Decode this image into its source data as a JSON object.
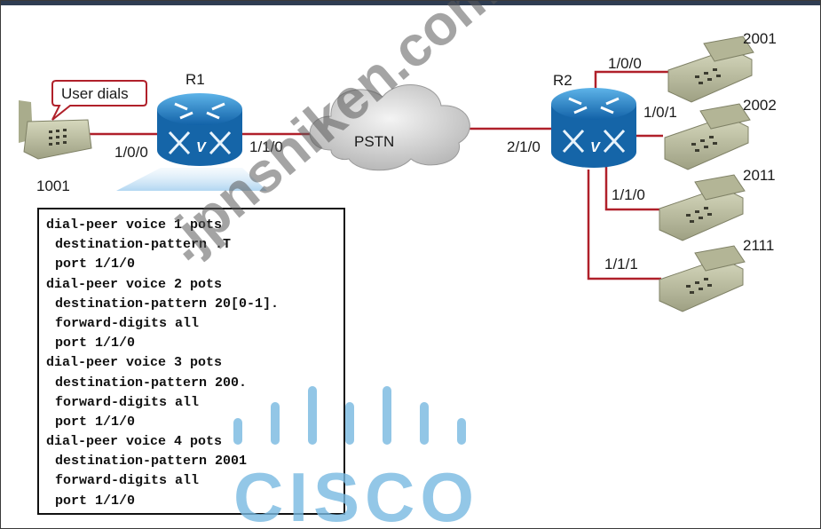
{
  "callout": "User dials",
  "routers": [
    {
      "name": "R1",
      "icon": "router-icon"
    },
    {
      "name": "R2",
      "icon": "router-icon"
    }
  ],
  "cloud": "PSTN",
  "ports": {
    "r1_phone": "1/0/0",
    "r1_pstn": "1/1/0",
    "r2_pstn": "2/1/0",
    "r2_2001": "1/0/0",
    "r2_2002": "1/0/1",
    "r2_2011": "1/1/0",
    "r2_2111": "1/1/1"
  },
  "phones": {
    "p1001": "1001",
    "p2001": "2001",
    "p2002": "2002",
    "p2011": "2011",
    "p2111": "2111"
  },
  "config": [
    {
      "text": "dial-peer voice 1 pots",
      "indent": false
    },
    {
      "text": "destination-pattern .T",
      "indent": true
    },
    {
      "text": "port 1/1/0",
      "indent": true
    },
    {
      "text": "dial-peer voice 2 pots",
      "indent": false
    },
    {
      "text": "destination-pattern 20[0-1].",
      "indent": true
    },
    {
      "text": "forward-digits all",
      "indent": true
    },
    {
      "text": "port 1/1/0",
      "indent": true
    },
    {
      "text": "dial-peer voice 3 pots",
      "indent": false
    },
    {
      "text": "destination-pattern 200.",
      "indent": true
    },
    {
      "text": "forward-digits all",
      "indent": true
    },
    {
      "text": "port 1/1/0",
      "indent": true
    },
    {
      "text": "dial-peer voice 4 pots",
      "indent": false
    },
    {
      "text": "destination-pattern 2001",
      "indent": true
    },
    {
      "text": "forward-digits all",
      "indent": true
    },
    {
      "text": "port 1/1/0",
      "indent": true
    }
  ],
  "watermark": ".jpnshiken.com",
  "logo_text": "CISCO",
  "colors": {
    "link": "#b0202a",
    "router": "#1f7fc0",
    "phone": "#b8bc9a",
    "logo": "#78b9e1"
  }
}
